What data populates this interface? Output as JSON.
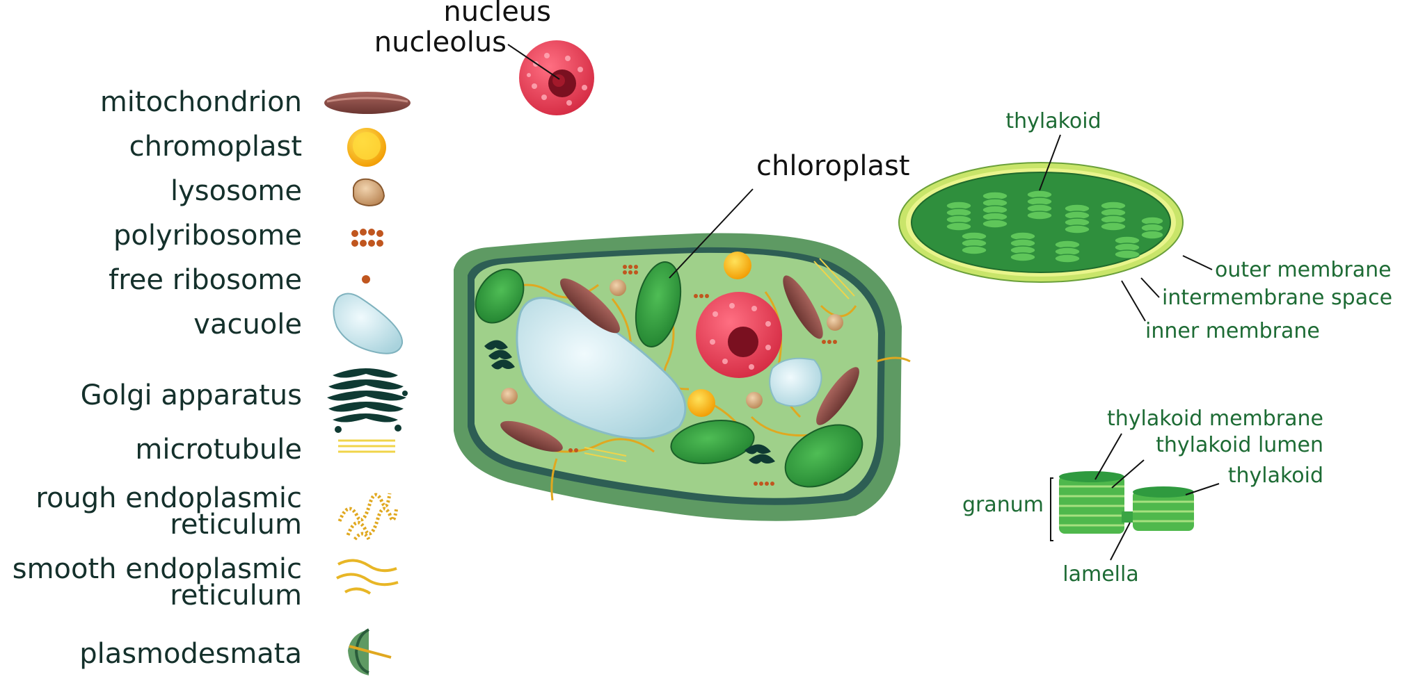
{
  "legend": {
    "mitochondrion": "mitochondrion",
    "chromoplast": "chromoplast",
    "lysosome": "lysosome",
    "polyribosome": "polyribosome",
    "free_ribosome": "free ribosome",
    "vacuole": "vacuole",
    "golgi": "Golgi apparatus",
    "microtubule": "microtubule",
    "rough_er_1": "rough endoplasmic",
    "rough_er_2": "reticulum",
    "smooth_er_1": "smooth endoplasmic",
    "smooth_er_2": "reticulum",
    "plasmodesmata": "plasmodesmata"
  },
  "nucleus": {
    "nucleus": "nucleus",
    "nucleolus": "nucleolus"
  },
  "cell": {
    "chloroplast": "chloroplast"
  },
  "chloroplast_detail": {
    "thylakoid": "thylakoid",
    "outer_membrane": "outer membrane",
    "intermembrane_space": "intermembrane space",
    "inner_membrane": "inner membrane"
  },
  "granum_detail": {
    "thylakoid_membrane": "thylakoid membrane",
    "thylakoid_lumen": "thylakoid lumen",
    "thylakoid": "thylakoid",
    "granum": "granum",
    "lamella": "lamella"
  },
  "colors": {
    "label_dark": "#14302b",
    "label_green": "#1d6b34",
    "cell_wall": "#5e9a63",
    "cytoplasm": "#9fd08a",
    "chloroplast": "#2f9a3f",
    "nucleus": "#e03c50",
    "mitochondrion": "#8a4b45",
    "vacuole": "#cfe8ee",
    "chromoplast": "#f5b400",
    "golgi": "#0f3a33",
    "er": "#e0a820"
  }
}
